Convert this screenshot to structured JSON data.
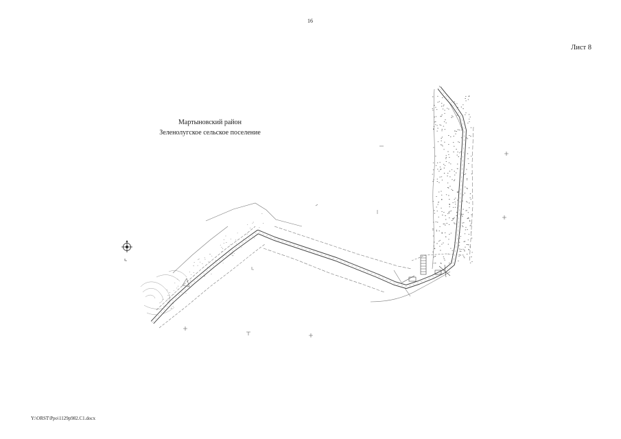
{
  "page": {
    "number": "16",
    "sheet": "Лист 8",
    "footer_path": "Y:\\ORST\\Ppo\\1129p982.C1.docx"
  },
  "map": {
    "district": "Мартыновский район",
    "settlement": "Зеленолугское сельское поселение"
  },
  "colors": {
    "ink": "#222222",
    "road_outline": "#444444",
    "boundary": "#777777",
    "paper": "#ffffff"
  }
}
